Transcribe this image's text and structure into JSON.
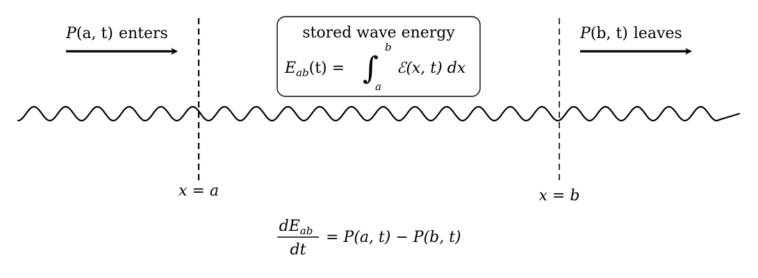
{
  "left_label": {
    "p": "P",
    "args": "(a, t)",
    "text": "enters"
  },
  "right_label": {
    "p": "P",
    "args": "(b, t)",
    "text": "leaves"
  },
  "box": {
    "title": "stored wave energy",
    "lhs_E": "E",
    "lhs_sub": "ab",
    "lhs_arg": "(t) =",
    "integral": "∫",
    "upper": "b",
    "lower": "a",
    "integrand": "ℰ(x, t) dx"
  },
  "markers": [
    {
      "label": "x = a"
    },
    {
      "label": "x = b"
    }
  ],
  "balance": {
    "num": "dE",
    "num_sub": "ab",
    "den": "dt",
    "rhs": "= P(a, t) − P(b, t)"
  }
}
